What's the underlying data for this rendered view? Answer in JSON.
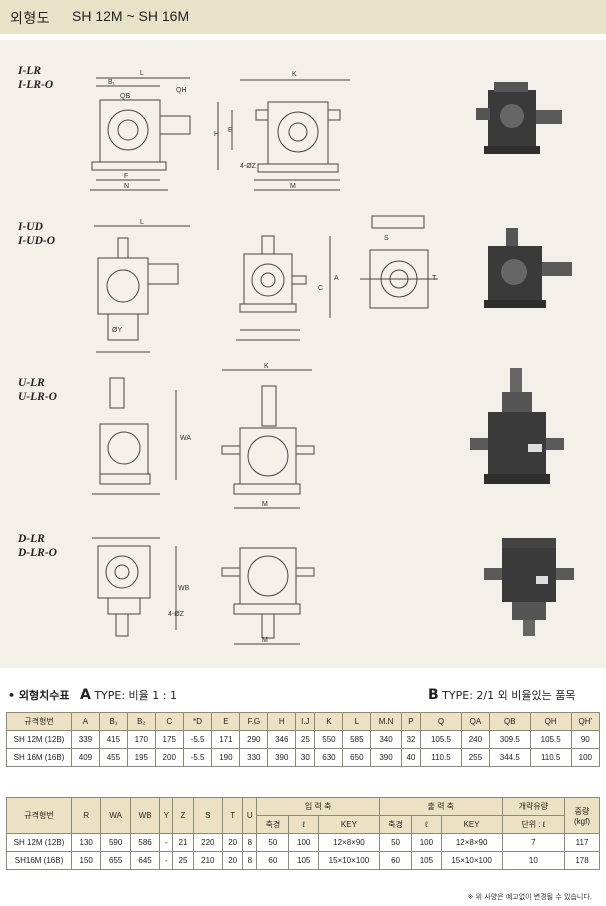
{
  "header": {
    "title": "외형도",
    "model_range": "SH 12M ~ SH 16M"
  },
  "sections": [
    {
      "line1": "I-LR",
      "line2": "I-LR-O"
    },
    {
      "line1": "I-UD",
      "line2": "I-UD-O"
    },
    {
      "line1": "U-LR",
      "line2": "U-LR-O"
    },
    {
      "line1": "D-LR",
      "line2": "D-LR-O"
    }
  ],
  "table_title": {
    "bullet": "• 외형치수표",
    "a_type": "A",
    "a_desc": "TYPE: 비율 1 : 1",
    "b_type": "B",
    "b_desc": "TYPE: 2/1 외 비율있는 품목"
  },
  "table1": {
    "headers": [
      "규격형번",
      "A",
      "B₁",
      "B₂",
      "C",
      "*D",
      "E",
      "F.G",
      "H",
      "I.J",
      "K",
      "L",
      "M.N",
      "P",
      "Q",
      "QA",
      "QB",
      "QH",
      "QH'"
    ],
    "rows": [
      [
        "SH 12M (12B)",
        "339",
        "415",
        "170",
        "175",
        "-5.5",
        "171",
        "290",
        "346",
        "25",
        "550",
        "585",
        "340",
        "32",
        "105.5",
        "240",
        "309.5",
        "105.5",
        "90"
      ],
      [
        "SH 16M (16B)",
        "409",
        "455",
        "195",
        "200",
        "-5.5",
        "190",
        "330",
        "390",
        "30",
        "630",
        "650",
        "390",
        "40",
        "110.5",
        "255",
        "344.5",
        "110.5",
        "100"
      ]
    ]
  },
  "table2": {
    "headers": [
      "규격형번",
      "R",
      "WA",
      "WB",
      "Y",
      "Z",
      "S",
      "T",
      "U"
    ],
    "input_shaft": "입 력 축",
    "output_shaft": "출 력 축",
    "sub_headers": [
      "축경",
      "ℓ",
      "KEY"
    ],
    "oil": "개략유량",
    "oil_unit": "단위 : ℓ",
    "weight": "중량",
    "weight_unit": "(kgf)",
    "rows": [
      [
        "SH 12M (12B)",
        "130",
        "590",
        "586",
        "-",
        "21",
        "220",
        "20",
        "8",
        "50",
        "100",
        "12×8×90",
        "50",
        "100",
        "12×8×90",
        "7",
        "117"
      ],
      [
        "SH16M (16B)",
        "150",
        "655",
        "645",
        "-",
        "25",
        "210",
        "20",
        "8",
        "60",
        "105",
        "15×10×100",
        "60",
        "105",
        "15×10×100",
        "10",
        "178"
      ]
    ]
  },
  "note": "※ 위 사양은 예고없이 변경될 수 있습니다.",
  "colors": {
    "header_bg": "#e8e2c8",
    "table_header_bg": "#ece2c3",
    "panel_bg": "#f3f0ea"
  }
}
